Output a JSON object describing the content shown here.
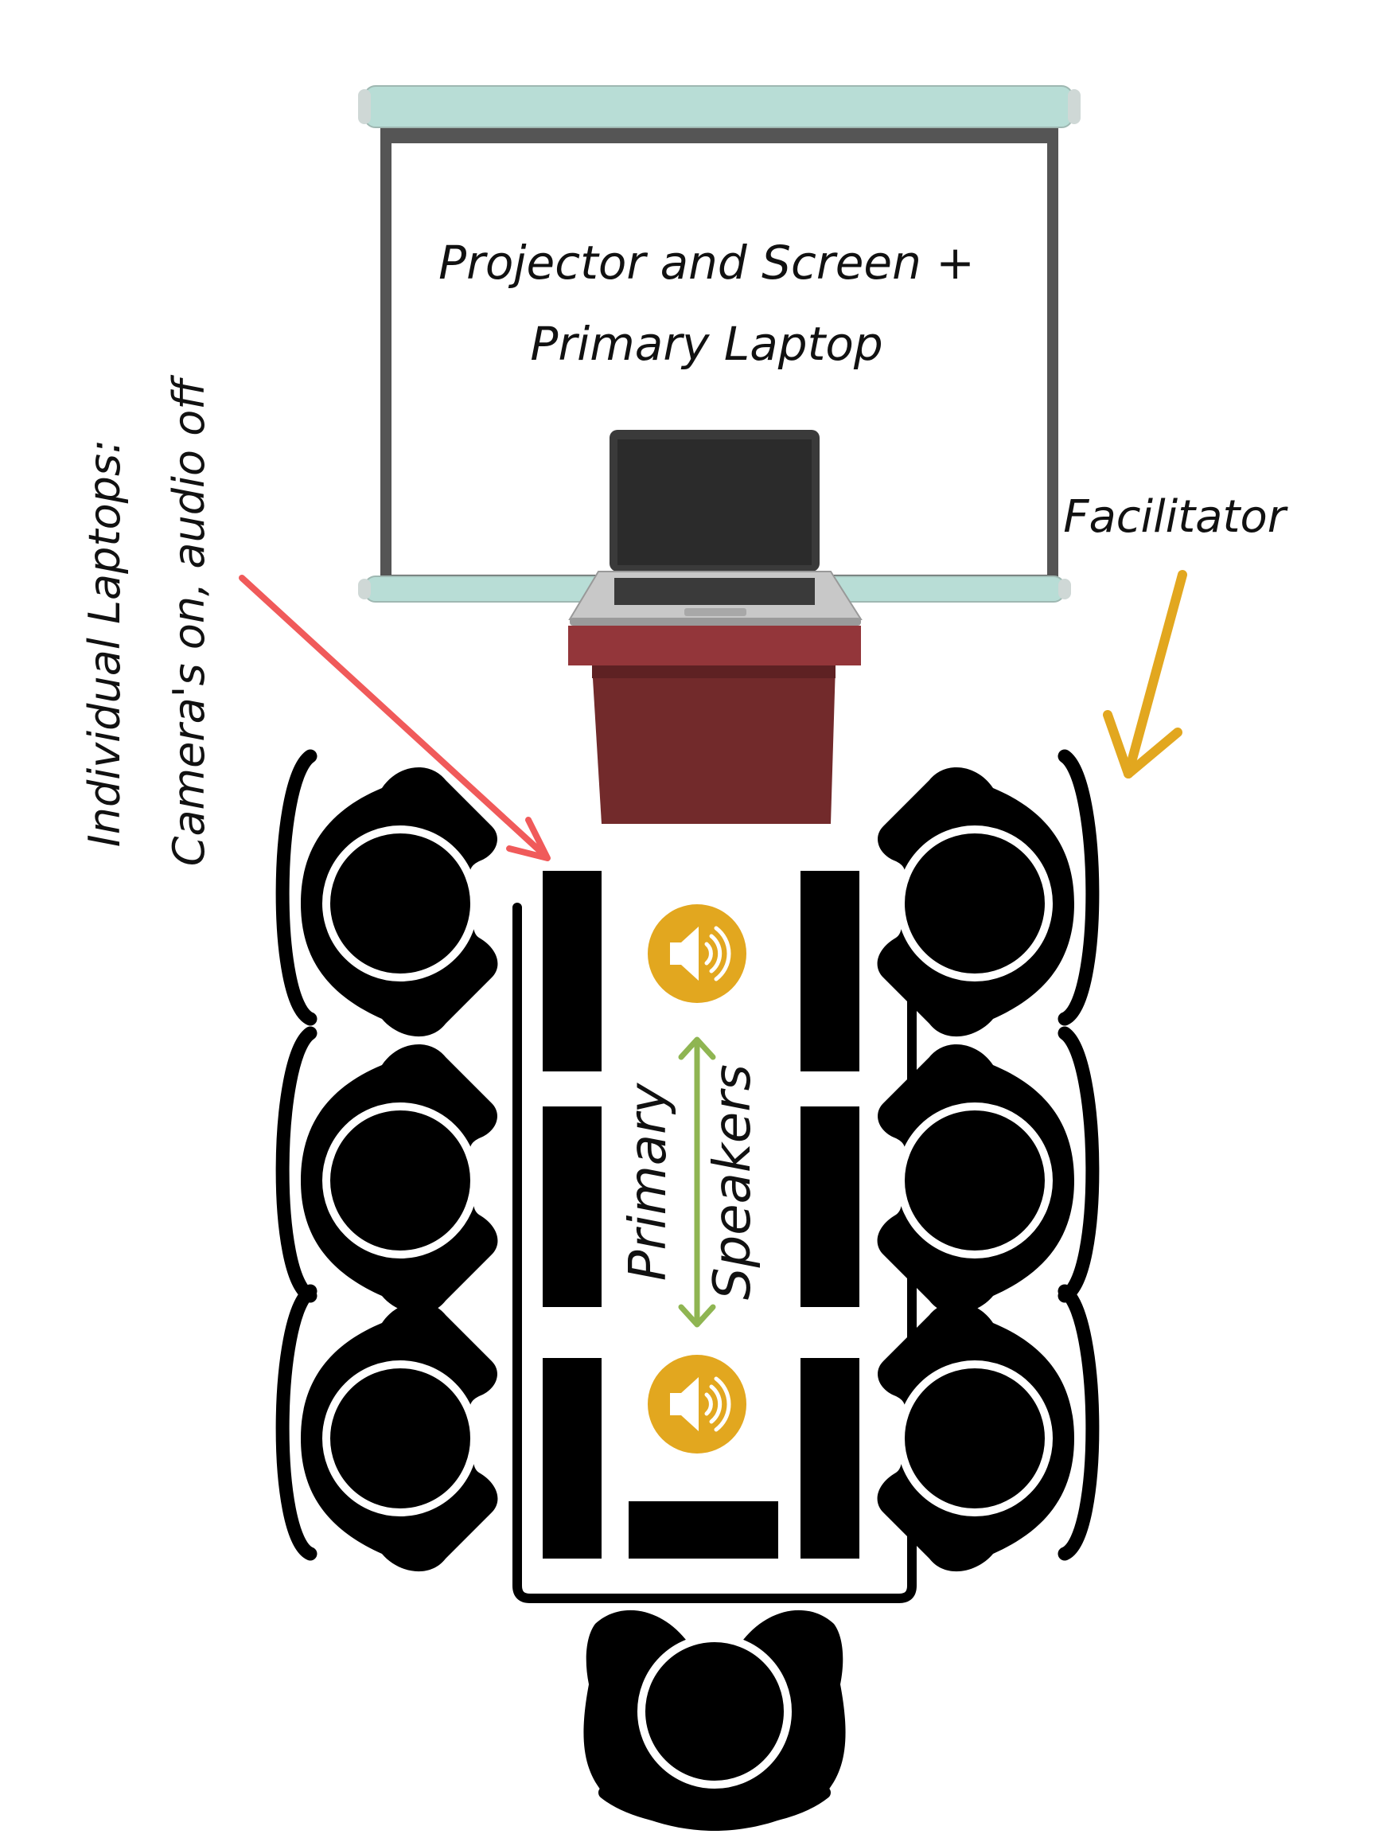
{
  "labels": {
    "screen_line1": "Projector and Screen +",
    "screen_line2": "Primary Laptop",
    "facilitator": "Facilitator",
    "laptops_line1": "Individual Laptops:",
    "laptops_line2": "Camera's on, audio off",
    "primary": "Primary",
    "speakers": "Speakers"
  },
  "colors": {
    "roller": "#b8ddd6",
    "screen_frame": "#555555",
    "laptop_body": "#c8c8c8",
    "laptop_screen": "#2b2b2b",
    "podium_top": "#93363a",
    "podium_body": "#722a2b",
    "red_arrow": "#f05a5a",
    "yellow_arrow": "#e2a71f",
    "speaker_badge": "#e2a71f",
    "green_arrow": "#8fb552",
    "furniture": "#000000"
  },
  "icons": {
    "speaker": "speaker-volume-icon",
    "chair": "chair-icon",
    "laptop": "laptop-icon",
    "podium": "podium-icon"
  }
}
